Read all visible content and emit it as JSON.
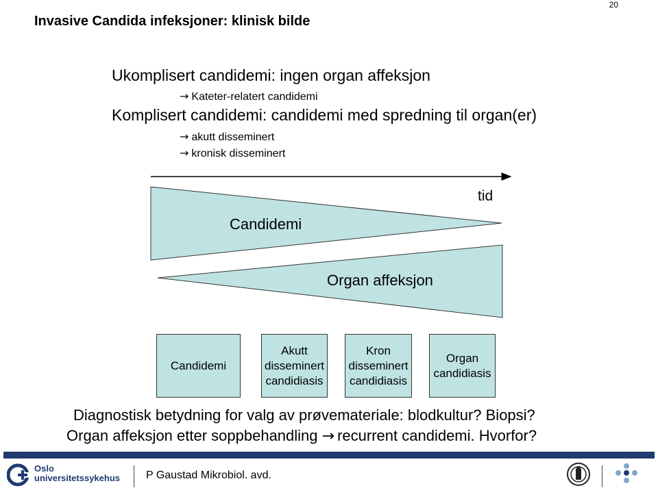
{
  "header": {
    "title": "Invasive Candida infeksjoner: klinisk bilde",
    "slide_number": "20"
  },
  "content": {
    "lines": [
      {
        "text": "Ukomplisert  candidemi: ingen organ affeksjon"
      },
      {
        "text": "Kateter-relatert candidemi"
      },
      {
        "text": "Komplisert candidemi: candidemi med spredning til organ(er)"
      },
      {
        "text": "akutt disseminert"
      },
      {
        "text": "kronisk disseminert"
      }
    ],
    "arrow_glyph": "→"
  },
  "diagram": {
    "time_label": "tid",
    "candidemi_label": "Candidemi",
    "organ_label": "Organ affeksjon",
    "fill_color": "#bfe3e2"
  },
  "boxes": [
    {
      "lines": [
        "Candidemi"
      ]
    },
    {
      "lines": [
        "Akutt",
        "disseminert",
        "candidiasis"
      ]
    },
    {
      "lines": [
        "Kron",
        "disseminert",
        "candidiasis"
      ]
    },
    {
      "lines": [
        "Organ",
        "candidiasis"
      ]
    }
  ],
  "bottom": {
    "line1": "Diagnostisk betydning for valg av prøvemateriale: blodkultur? Biopsi?",
    "line2_part1": "Organ affeksjon etter soppbehandling",
    "line2_part2": "recurrent candidemi. Hvorfor?"
  },
  "footer": {
    "logo_line1": "Oslo",
    "logo_line2": "universitetssykehus",
    "department": "P Gaustad Mikrobiol. avd.",
    "bar_color": "#1f3b70"
  }
}
